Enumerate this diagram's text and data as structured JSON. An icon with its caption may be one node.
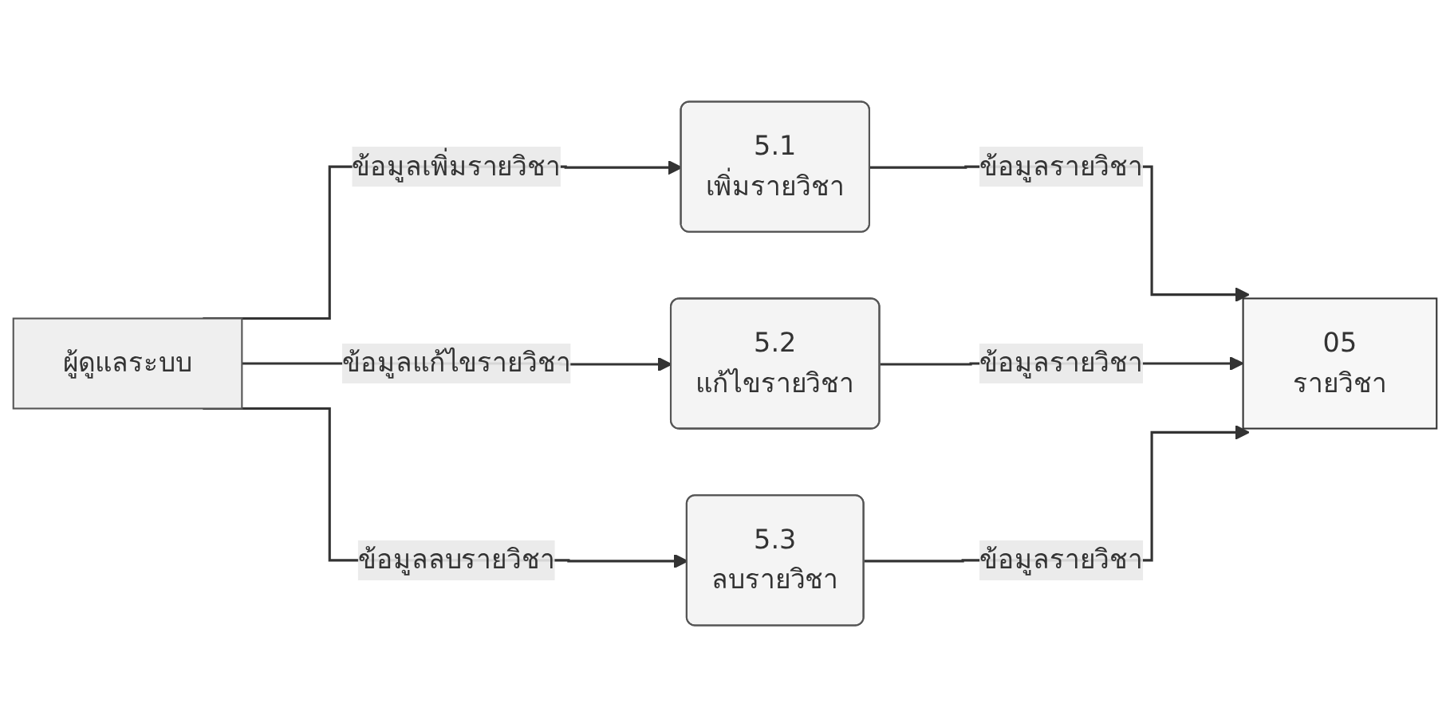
{
  "diagram": {
    "nodes": [
      {
        "text": [
          "ผู้ดูแลระบบ"
        ]
      },
      {
        "text": [
          "5.1",
          "เพิ่มรายวิชา"
        ]
      },
      {
        "text": [
          "5.2",
          "แก้ไขรายวิชา"
        ]
      },
      {
        "text": [
          "5.3",
          "ลบรายวิชา"
        ]
      },
      {
        "text": [
          "05",
          "รายวิชา"
        ]
      }
    ],
    "edges": [
      {
        "from": 0,
        "to": 1,
        "arrow": "to",
        "label": "ข้อมูลเพิ่มรายวิชา"
      },
      {
        "from": 0,
        "to": 2,
        "arrow": "to",
        "label": "ข้อมูลแก้ไขรายวิชา"
      },
      {
        "from": 0,
        "to": 3,
        "arrow": "to",
        "label": "ข้อมูลลบรายวิชา"
      },
      {
        "from": 1,
        "to": 4,
        "arrow": "to",
        "label": "ข้อมูลรายวิชา"
      },
      {
        "from": 2,
        "to": 4,
        "arrow": "to",
        "label": "ข้อมูลรายวิชา"
      },
      {
        "from": 3,
        "to": 4,
        "arrow": "to",
        "label": "ข้อมูลรายวิชา"
      }
    ]
  }
}
